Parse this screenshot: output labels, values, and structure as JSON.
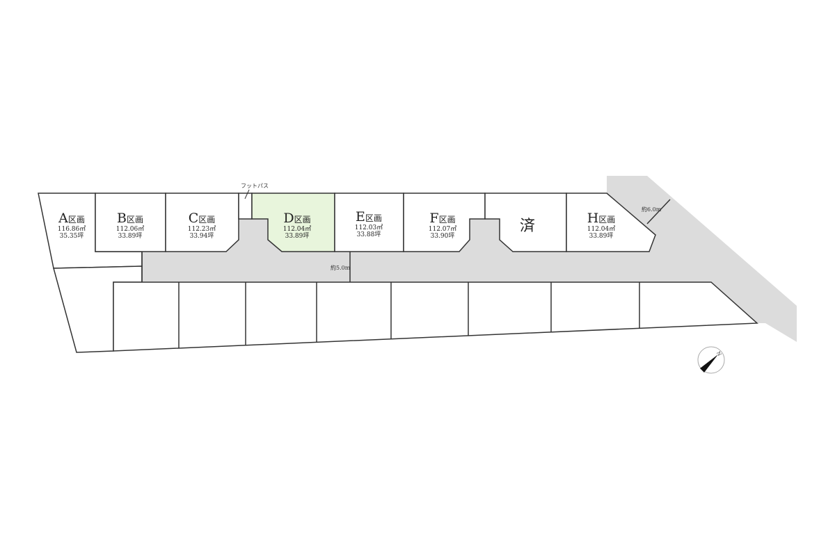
{
  "footpath_label": "フットパス",
  "road_width_label": "約5.0m",
  "side_road_label": "約6.0m",
  "north_label": "N",
  "highlight_color": "#e8f5dc",
  "road_color": "#dcdcdc",
  "lots": [
    {
      "letter": "A",
      "suffix": "区画",
      "area_m2": "116.86㎡",
      "area_tsubo": "35.35坪"
    },
    {
      "letter": "B",
      "suffix": "区画",
      "area_m2": "112.06㎡",
      "area_tsubo": "33.89坪"
    },
    {
      "letter": "C",
      "suffix": "区画",
      "area_m2": "112.23㎡",
      "area_tsubo": "33.94坪"
    },
    {
      "letter": "D",
      "suffix": "区画",
      "area_m2": "112.04㎡",
      "area_tsubo": "33.89坪",
      "highlighted": true
    },
    {
      "letter": "E",
      "suffix": "区画",
      "area_m2": "112.03㎡",
      "area_tsubo": "33.88坪"
    },
    {
      "letter": "F",
      "suffix": "区画",
      "area_m2": "112.07㎡",
      "area_tsubo": "33.90坪"
    },
    {
      "letter": "済",
      "sold": true
    },
    {
      "letter": "H",
      "suffix": "区画",
      "area_m2": "112.04㎡",
      "area_tsubo": "33.89坪"
    }
  ]
}
